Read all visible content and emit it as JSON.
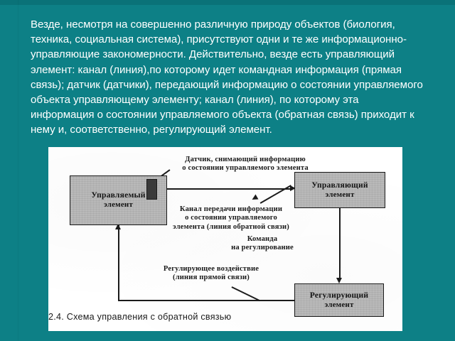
{
  "slide": {
    "background_color": "#0d8086",
    "body_text": "Везде, несмотря на совершенно различную природу объектов (биология, техника, социальная система), присутствуют одни и те же информационно-управляющие закономерности. Действительно, везде есть управляющий элемент: канал (линия),по которому идет командная информация (прямая связь); датчик (датчики), передающий информацию о состоянии управляемого объекта управляющему элементу; канал (линия), по которому эта информация о состоянии управляемого объекта (обратная связь) приходит к нему и, соответственно, регулирующий элемент."
  },
  "figure": {
    "background_color": "#ffffff",
    "caption": "2.4. Схема управления с обратной связью",
    "boxes": [
      {
        "id": "managed",
        "line1": "Управляемый",
        "line2": "элемент"
      },
      {
        "id": "managing",
        "line1": "Управляющий",
        "line2": "элемент"
      },
      {
        "id": "regulating",
        "line1": "Регулирующий",
        "line2": "элемент"
      }
    ],
    "annotations": [
      {
        "id": "sensor",
        "text": "Датчик, снимающий информацию\nо состоянии управляемого элемента"
      },
      {
        "id": "feedback",
        "text": "Канал передачи информации\nо состоянии управляемого\nэлемента (линия обратной связи)"
      },
      {
        "id": "command",
        "text": "Команда\nна регулирование"
      },
      {
        "id": "forward",
        "text": "Регулирующее воздействие\n(линия прямой связи)"
      }
    ]
  }
}
